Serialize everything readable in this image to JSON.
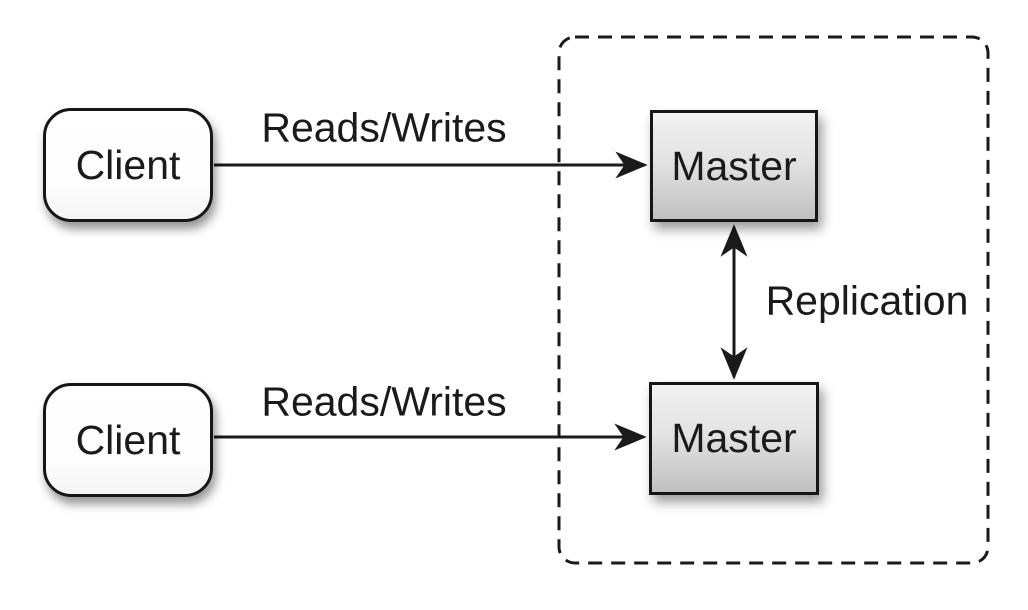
{
  "nodes": {
    "client_top": {
      "label": "Client"
    },
    "client_bottom": {
      "label": "Client"
    },
    "master_top": {
      "label": "Master"
    },
    "master_bottom": {
      "label": "Master"
    }
  },
  "edges": {
    "reads_writes_top": {
      "label": "Reads/Writes"
    },
    "reads_writes_bottom": {
      "label": "Reads/Writes"
    },
    "replication": {
      "label": "Replication"
    }
  },
  "colors": {
    "background": "#ffffff",
    "stroke": "#1a1a1a",
    "text": "#1a1a1a",
    "client_fill": "#fdfdfd",
    "master_fill_top": "#f1f1f1",
    "master_fill_bottom": "#c0c0c0"
  }
}
